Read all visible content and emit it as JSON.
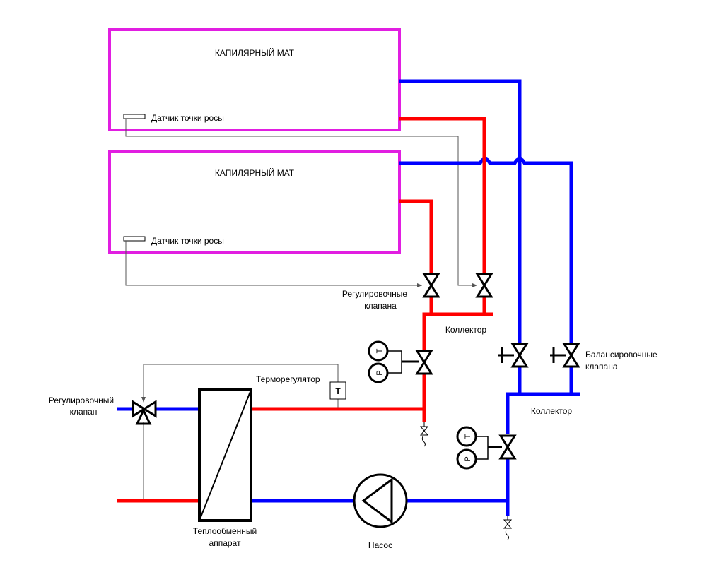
{
  "colors": {
    "mat_border": "#e11ee1",
    "hot_pipe": "#ff0000",
    "cold_pipe": "#0000ff",
    "control_line": "#555555",
    "symbol": "#000000"
  },
  "labels": {
    "mat_top": "КАПИЛЯРНЫЙ МАТ",
    "mat_bottom": "КАПИЛЯРНЫЙ МАТ",
    "sensor_top": "Датчик точки росы",
    "sensor_bottom": "Датчик точки росы",
    "reg_valves_line1": "Регулировочные",
    "reg_valves_line2": "клапана",
    "collector_hot": "Коллектор",
    "collector_cold": "Коллектор",
    "balancing_line1": "Балансировочные",
    "balancing_line2": "клапана",
    "thermoregulator": "Терморегулятор",
    "thermo_symbol": "T",
    "control_valve_line1": "Регулировочный",
    "control_valve_line2": "клапан",
    "heat_exchanger_line1": "Теплообменный",
    "heat_exchanger_line2": "аппарат",
    "pump": "Насос",
    "gauge_pressure": "P",
    "gauge_temperature": "T"
  },
  "icons": {
    "valve": "two-way-valve-bowtie",
    "three_way_valve": "three-way-valve",
    "gauge": "pressure-temperature-gauge",
    "pump": "circulation-pump",
    "heat_exchanger": "plate-heat-exchanger",
    "drain": "drain-valve"
  }
}
